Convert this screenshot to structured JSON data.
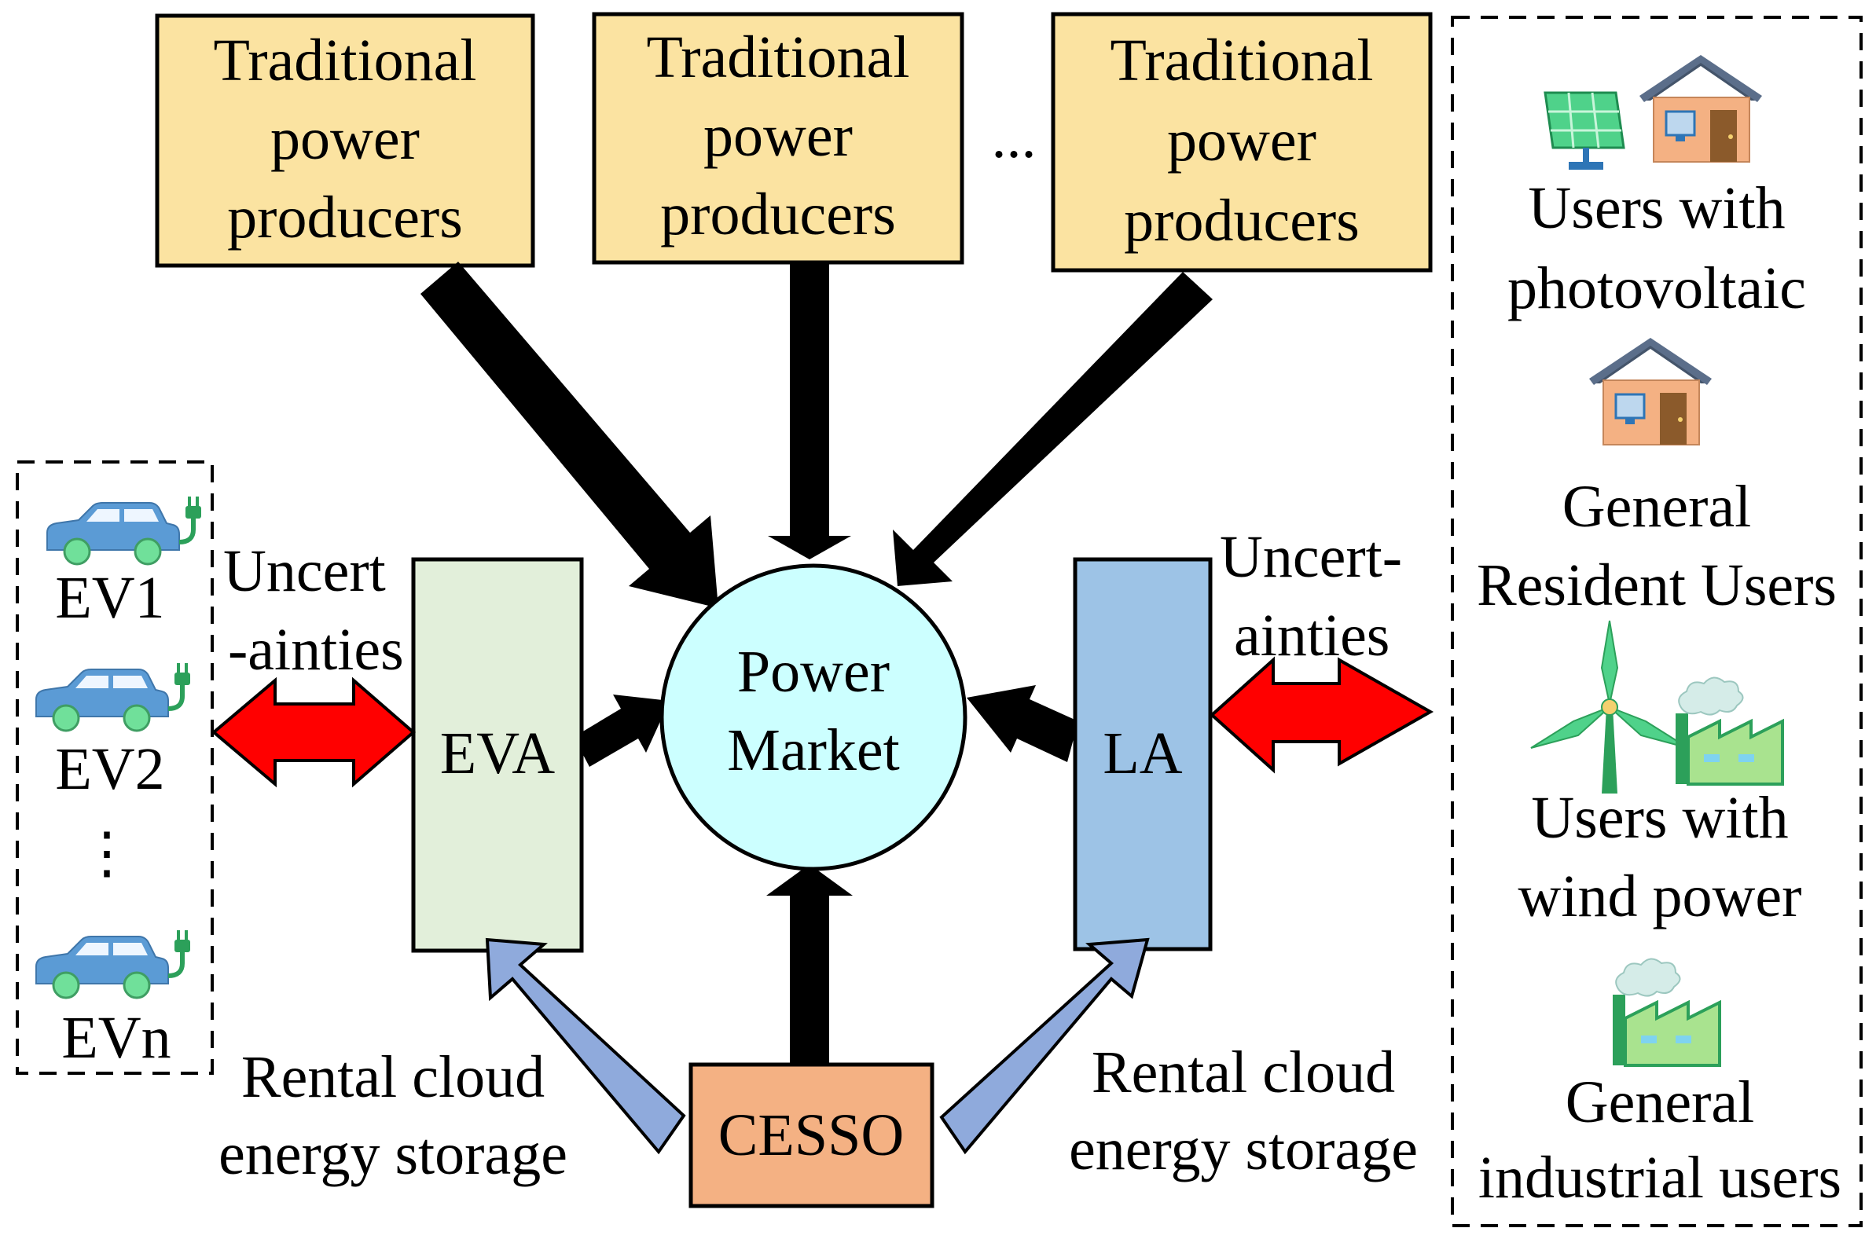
{
  "producers": [
    {
      "lines": [
        "Traditional",
        "power",
        "producers"
      ]
    },
    {
      "lines": [
        "Traditional",
        "power",
        "producers"
      ]
    },
    {
      "lines": [
        "Traditional",
        "power",
        "producers"
      ]
    }
  ],
  "producers_ellipsis": "...",
  "market": {
    "lines": [
      "Power",
      "Market"
    ]
  },
  "eva": {
    "label": "EVA"
  },
  "la": {
    "label": "LA"
  },
  "cesso": {
    "label": "CESSO"
  },
  "ev_list": {
    "items": [
      "EV1",
      "EV2",
      "EVn"
    ],
    "ellipsis": "⋮"
  },
  "uncertainties_left": {
    "lines": [
      "Uncert",
      "-ainties"
    ]
  },
  "uncertainties_right": {
    "lines": [
      "Uncert-",
      "ainties"
    ]
  },
  "rental_left": {
    "lines": [
      "Rental cloud",
      "energy storage"
    ]
  },
  "rental_right": {
    "lines": [
      "Rental cloud",
      "energy storage"
    ]
  },
  "users": [
    {
      "lines": [
        "Users with",
        "photovoltaic"
      ]
    },
    {
      "lines": [
        "General",
        "Resident Users"
      ]
    },
    {
      "lines": [
        "Users with",
        "wind power"
      ]
    },
    {
      "lines": [
        "General",
        "industrial users"
      ]
    }
  ],
  "colors": {
    "producer_fill": "#fbe3a1",
    "market_fill": "#ccffff",
    "eva_fill": "#e2efda",
    "la_fill": "#9dc3e6",
    "cesso_fill": "#f4b183",
    "uncertainty_arrow": "#ff0000",
    "rental_arrow": "#8faadc",
    "flow_arrow": "#000000",
    "car": "#5b9bd5",
    "wheel": "#70e09a",
    "plug": "#2ca05a"
  }
}
